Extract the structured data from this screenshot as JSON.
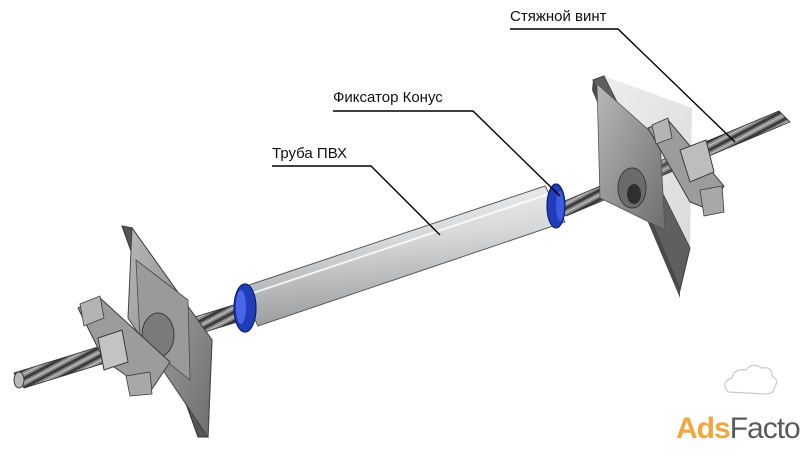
{
  "labels": {
    "tie_screw": "Стяжной винт",
    "cone_fixer": "Фиксатор Конус",
    "pvc_pipe": "Труба ПВХ"
  },
  "watermark": {
    "brand_part1": "Ads",
    "brand_part2": "Factory"
  },
  "colors": {
    "metal": "#8e8e8e",
    "pipe": "#d9dadb",
    "cone": "#1f3db8",
    "leader_line": "#000000",
    "watermark_orange": "#f2a640",
    "watermark_gray": "#5a5a5a"
  }
}
